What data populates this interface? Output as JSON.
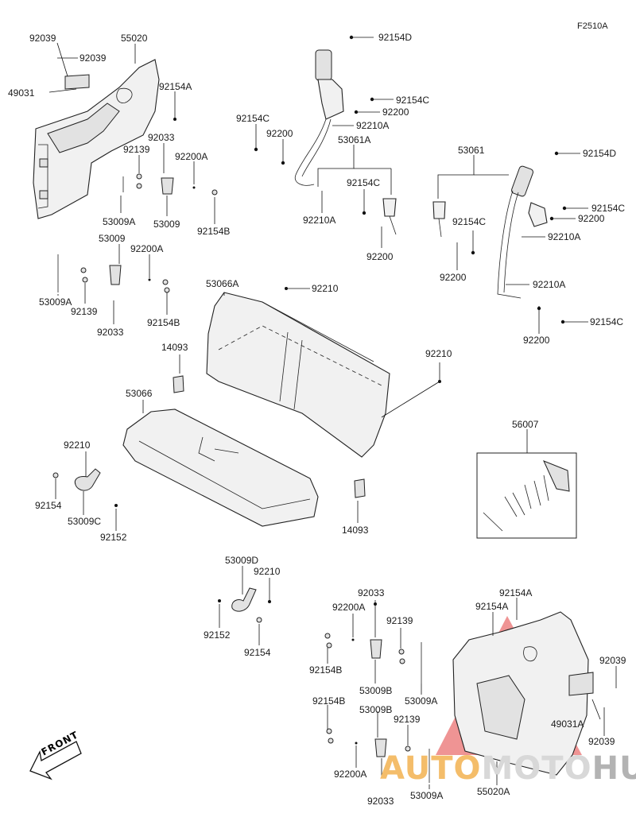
{
  "figure_code": "F2510A",
  "front_label": "FRONT",
  "watermark": {
    "part1": "AUTO",
    "part2": "MOTO",
    "part3": "HUB"
  },
  "callouts": {
    "c01": "92039",
    "c02": "55020",
    "c03": "92039",
    "c04": "49031",
    "c05": "92154A",
    "c06": "92033",
    "c07": "92139",
    "c08": "92200A",
    "c09": "53009A",
    "c10": "53009",
    "c11": "92154B",
    "c12": "53009",
    "c13": "92200A",
    "c14": "53009A",
    "c15": "92139",
    "c16": "92033",
    "c17": "92154B",
    "c18": "92154D",
    "c19": "92154C",
    "c20": "92200",
    "c21": "92154C",
    "c22": "92210A",
    "c23": "92200",
    "c24": "53061A",
    "c25": "92154C",
    "c26": "92210A",
    "c27": "92200",
    "c28": "53061",
    "c29": "92154D",
    "c30": "92154C",
    "c31": "92200",
    "c32": "92154C",
    "c33": "92210A",
    "c34": "92200",
    "c35": "92210A",
    "c36": "92154C",
    "c37": "92200",
    "c38": "53066A",
    "c39": "92210",
    "c40": "92210",
    "c41": "14093",
    "c42": "53066",
    "c43": "92210",
    "c44": "92154",
    "c45": "53009C",
    "c46": "92152",
    "c47": "56007",
    "c48": "14093",
    "c49": "53009D",
    "c50": "92210",
    "c51": "92152",
    "c52": "92154",
    "c53": "92033",
    "c54": "92154A",
    "c55": "92200A",
    "c56": "92139",
    "c57": "92154A",
    "c58": "92154B",
    "c59": "53009B",
    "c60": "92039",
    "c61": "53009A",
    "c62": "92154B",
    "c63": "53009B",
    "c64": "49031A",
    "c65": "92139",
    "c66": "92039",
    "c67": "92200A",
    "c68": "92033",
    "c69": "53009A",
    "c70": "55020A"
  }
}
